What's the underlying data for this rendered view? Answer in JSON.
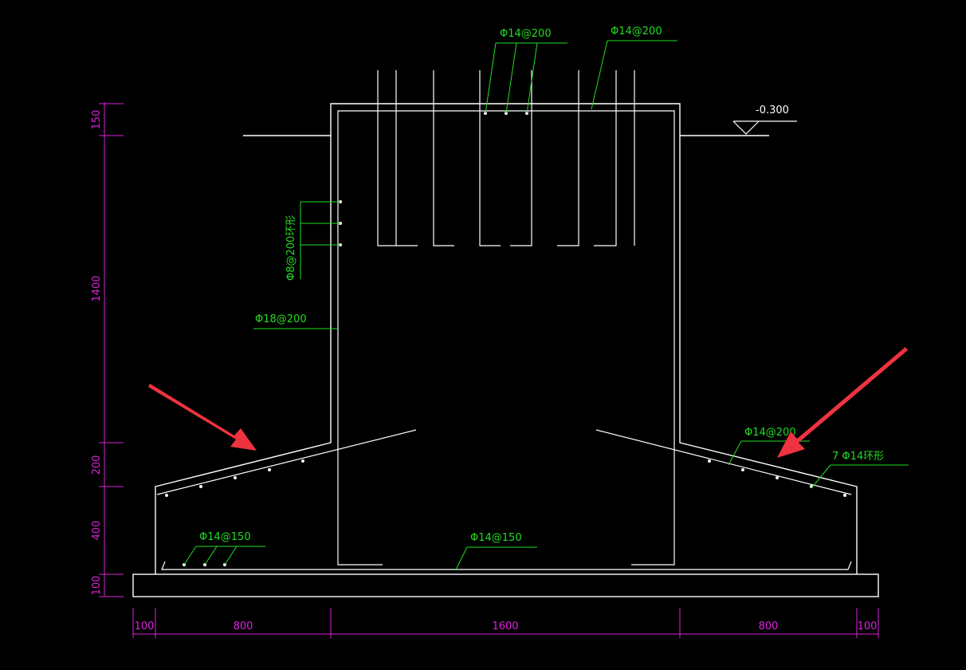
{
  "colors": {
    "background": "#000000",
    "concrete_outline": "#ffffff",
    "rebar_label": "#22dd22",
    "dimension": "#dd22dd",
    "annotation_arrow": "#ee3340"
  },
  "rebar_labels": {
    "column_top_left": "Φ14@200",
    "column_top_right": "Φ14@200",
    "stirrup_ring": "Φ8@200环形",
    "column_vertical": "Φ18@200",
    "slope_right": "Φ14@200",
    "slope_ring": "7 Φ14环形",
    "base_left": "Φ14@150",
    "base_center": "Φ14@150"
  },
  "elevation_mark": "-0.300",
  "dimensions": {
    "vertical": [
      "150",
      "1400",
      "200",
      "400",
      "100"
    ],
    "horizontal": [
      "100",
      "800",
      "1600",
      "800",
      "100"
    ]
  },
  "annotations": {
    "arrow_left_icon": "red-arrow-icon",
    "arrow_right_icon": "red-arrow-icon"
  }
}
